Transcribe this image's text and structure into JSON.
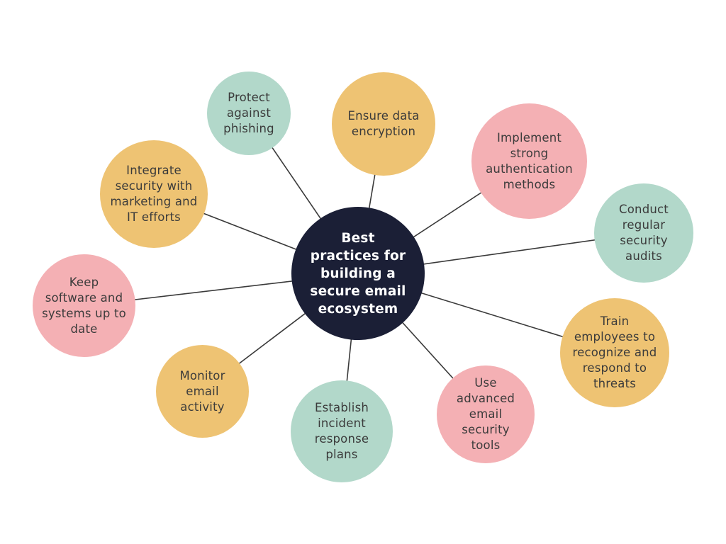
{
  "center": {
    "label": "Best\npractices for\nbuilding a\nsecure email\necosystem",
    "color": "#1b1f36"
  },
  "palette": {
    "green": "#b2d8ca",
    "yellow": "#eec373",
    "pink": "#f4b0b4",
    "line": "#3a3a3a"
  },
  "nodes": [
    {
      "id": "protect-phishing",
      "label": "Protect\nagainst\nphishing",
      "color": "green"
    },
    {
      "id": "data-encryption",
      "label": "Ensure data\nencryption",
      "color": "yellow"
    },
    {
      "id": "strong-authentication",
      "label": "Implement\nstrong\nauthentication\nmethods",
      "color": "pink"
    },
    {
      "id": "security-audits",
      "label": "Conduct\nregular\nsecurity\naudits",
      "color": "green"
    },
    {
      "id": "train-employees",
      "label": "Train\nemployees to\nrecognize and\nrespond to\nthreats",
      "color": "yellow"
    },
    {
      "id": "advanced-tools",
      "label": "Use\nadvanced\nemail\nsecurity\ntools",
      "color": "pink"
    },
    {
      "id": "incident-response",
      "label": "Establish\nincident\nresponse\nplans",
      "color": "green"
    },
    {
      "id": "monitor-activity",
      "label": "Monitor\nemail\nactivity",
      "color": "yellow"
    },
    {
      "id": "software-up-to-date",
      "label": "Keep\nsoftware and\nsystems up to\ndate",
      "color": "pink"
    },
    {
      "id": "integrate-security",
      "label": "Integrate\nsecurity with\nmarketing and\nIT efforts",
      "color": "yellow"
    }
  ]
}
